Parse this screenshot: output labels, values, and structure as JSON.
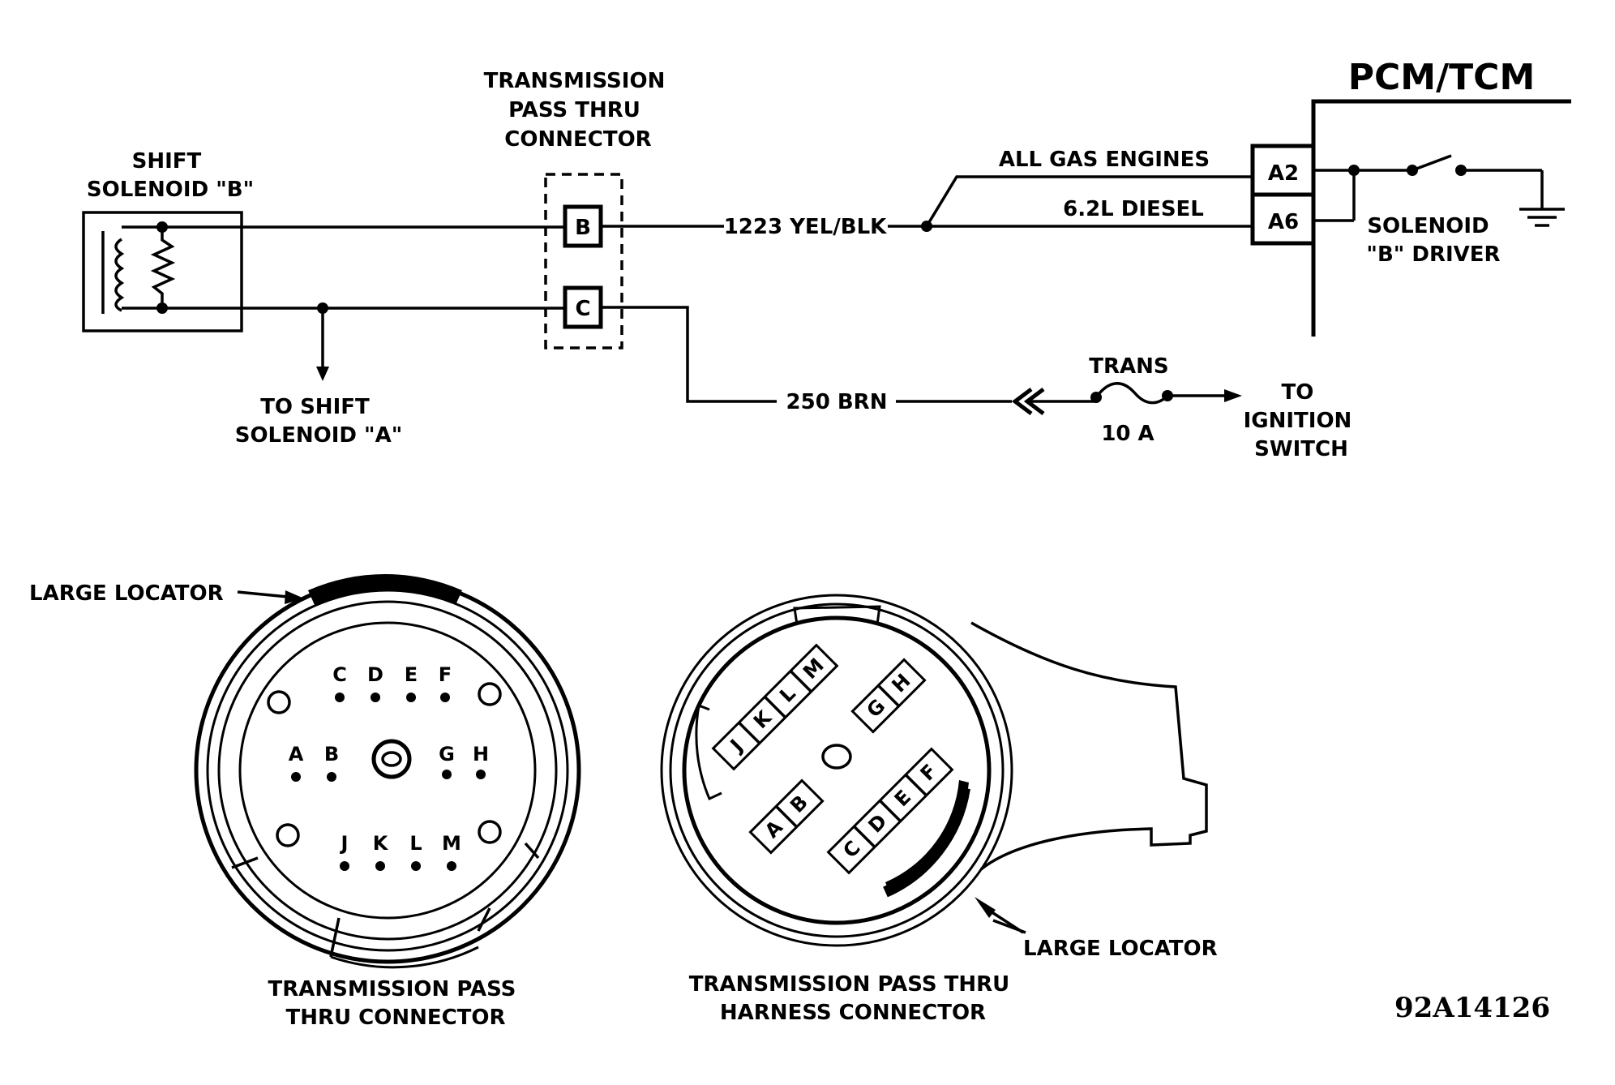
{
  "schematic": {
    "shift_solenoid_b": [
      "SHIFT",
      "SOLENOID \"B\""
    ],
    "pass_thru_connector": [
      "TRANSMISSION",
      "PASS THRU",
      "CONNECTOR"
    ],
    "pin_b": "B",
    "pin_c": "C",
    "wire_1223": "1223 YEL/BLK",
    "wire_250": "250 BRN",
    "all_gas": "ALL GAS ENGINES",
    "diesel": "6.2L DIESEL",
    "pcm_tcm": "PCM/TCM",
    "terminal_a2": "A2",
    "terminal_a6": "A6",
    "solenoid_driver": [
      "SOLENOID",
      "\"B\" DRIVER"
    ],
    "to_solenoid_a": [
      "TO SHIFT",
      "SOLENOID \"A\""
    ],
    "fuse": [
      "TRANS",
      "10 A"
    ],
    "to_ignition": [
      "TO",
      "IGNITION",
      "SWITCH"
    ]
  },
  "left_connector": {
    "large_locator": "LARGE LOCATOR",
    "caption": [
      "TRANSMISSION PASS",
      "THRU CONNECTOR"
    ],
    "pins_top": [
      "C",
      "D",
      "E",
      "F"
    ],
    "pins_mid_left": [
      "A",
      "B"
    ],
    "pins_mid_right": [
      "G",
      "H"
    ],
    "pins_bottom": [
      "J",
      "K",
      "L",
      "M"
    ]
  },
  "right_connector": {
    "large_locator": "LARGE LOCATOR",
    "caption": [
      "TRANSMISSION PASS THRU",
      "HARNESS CONNECTOR"
    ],
    "block_jklm": [
      "J",
      "K",
      "L",
      "M"
    ],
    "block_gh": [
      "G",
      "H"
    ],
    "block_ab": [
      "A",
      "B"
    ],
    "block_cdef": [
      "C",
      "D",
      "E",
      "F"
    ]
  },
  "figure_id": "92A14126"
}
